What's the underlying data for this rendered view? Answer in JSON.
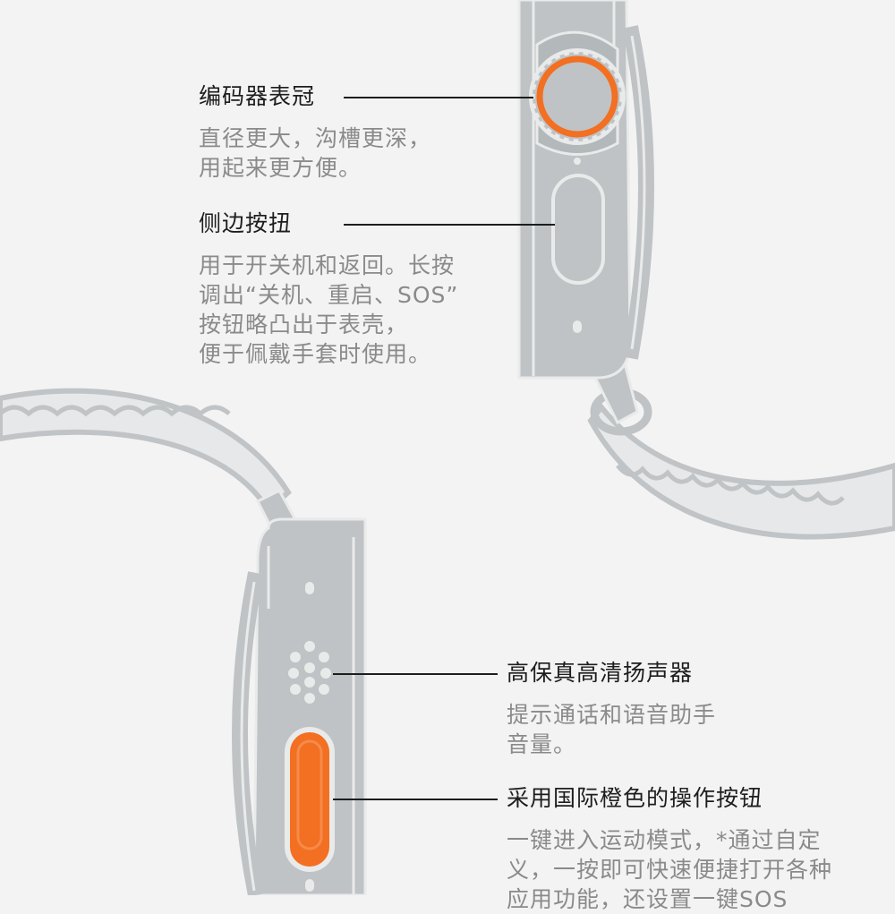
{
  "colors": {
    "background": "#f3f3f3",
    "metal": "#bfc3c5",
    "metal_dark": "#a8adb0",
    "outline": "#e9eaea",
    "accent_orange": "#f36f21",
    "title_text": "#1d1d1d",
    "desc_text": "#8a8a8a"
  },
  "callouts": {
    "crown": {
      "title": "编码器表冠",
      "lines": [
        "直径更大，沟槽更深，",
        "用起来更方便。"
      ]
    },
    "side_button": {
      "title": "侧边按扭",
      "lines": [
        "用于开关机和返回。长按",
        "调出“关机、重启、SOS”",
        "按钮略凸出于表壳，",
        "便于佩戴手套时使用。"
      ]
    },
    "speaker": {
      "title": "高保真高清扬声器",
      "lines": [
        "提示通话和语音助手",
        "音量。"
      ]
    },
    "action_button": {
      "title": "采用国际橙色的操作按钮",
      "lines": [
        "一键进入运动模式，*通过自定",
        "义，一按即可快速便捷打开各种",
        "应用功能，还设置一键SOS"
      ]
    }
  },
  "icons": {
    "watch_top": "watch-side-crown-illustration",
    "watch_bottom": "watch-side-action-button-illustration"
  }
}
